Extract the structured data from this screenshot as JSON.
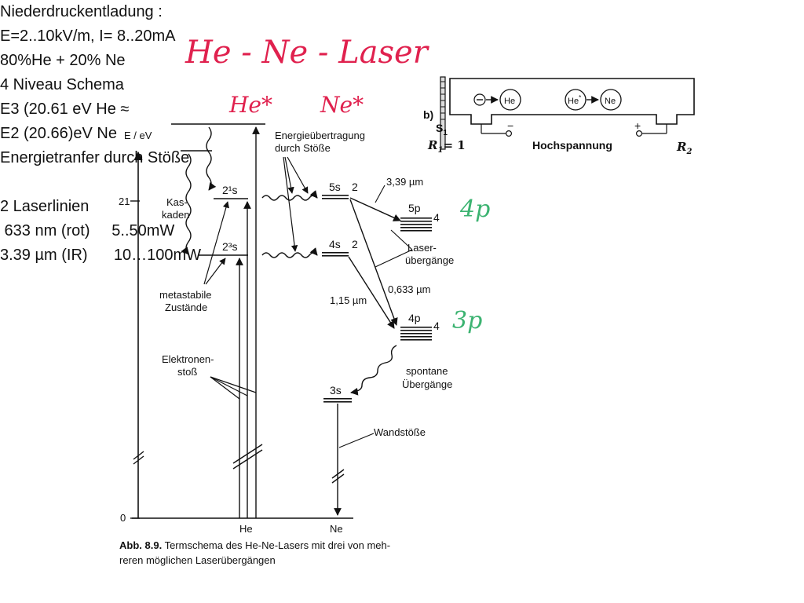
{
  "heading": "He - Ne - Laser",
  "discharge": {
    "lines": [
      "Niederdruckentladung :",
      "E=2..10kV/m, I= 8..20mA"
    ],
    "tube": {
      "label_b": "b)",
      "label_s1": "S",
      "label_s1_sub": "1",
      "label_r1": "R",
      "label_r1_sub": "1",
      "label_r1_val": "= 1",
      "label_r2": "R",
      "label_r2_sub": "2",
      "minus": "−",
      "plus": "+",
      "hochspannung": "Hochspannung",
      "he": "He",
      "he_star": "He",
      "ne": "Ne"
    }
  },
  "levels": {
    "he_star": "He*",
    "ne_star": "Ne*",
    "energy_axis": "E / eV",
    "tick_21": "21",
    "tick_0": "0",
    "he_2_1s": "2¹s",
    "he_2_3s": "2³s",
    "kaskaden_1": "Kas-",
    "kaskaden_2": "kaden",
    "metastabile_1": "metastabile",
    "metastabile_2": "Zustände",
    "elektronen_1": "Elektronen-",
    "elektronen_2": "stoß",
    "transfer_1": "Energieübertragung",
    "transfer_2": "durch Stöße",
    "ne_5s": "5s",
    "ne_5s_g": "2",
    "ne_4s": "4s",
    "ne_4s_g": "2",
    "ne_5p": "5p",
    "ne_5p_g": "4",
    "ne_4p": "4p",
    "ne_4p_g": "4",
    "ne_3s": "3s",
    "hand_4p": "4p",
    "hand_3p": "3p",
    "line_339": "3,39 µm",
    "line_0633": "0,633 µm",
    "line_115": "1,15 µm",
    "laser_1": "Laser-",
    "laser_2": "übergänge",
    "spontane_1": "spontane",
    "spontane_2": "Übergänge",
    "wandstoesse": "Wandstöße",
    "bottom_he": "He",
    "bottom_ne": "Ne"
  },
  "caption": {
    "bold": "Abb. 8.9.",
    "line1": " Termschema des He-Ne-Lasers mit drei von meh-",
    "line2": "reren möglichen Laserübergängen"
  },
  "notes": [
    "80%He + 20% Ne",
    "4 Niveau Schema",
    "E3 (20.61 eV He ≈",
    "E2 (20.66)eV Ne",
    "Energietranfer durch Stöße",
    "",
    "2 Laserlinien",
    " 633 nm (rot)     5..50mW",
    "3.39 µm (IR)      10…100mW"
  ],
  "colors": {
    "heading": "#e0214e",
    "star": "#e0214e",
    "green": "#3cb371",
    "ink": "#111111"
  }
}
